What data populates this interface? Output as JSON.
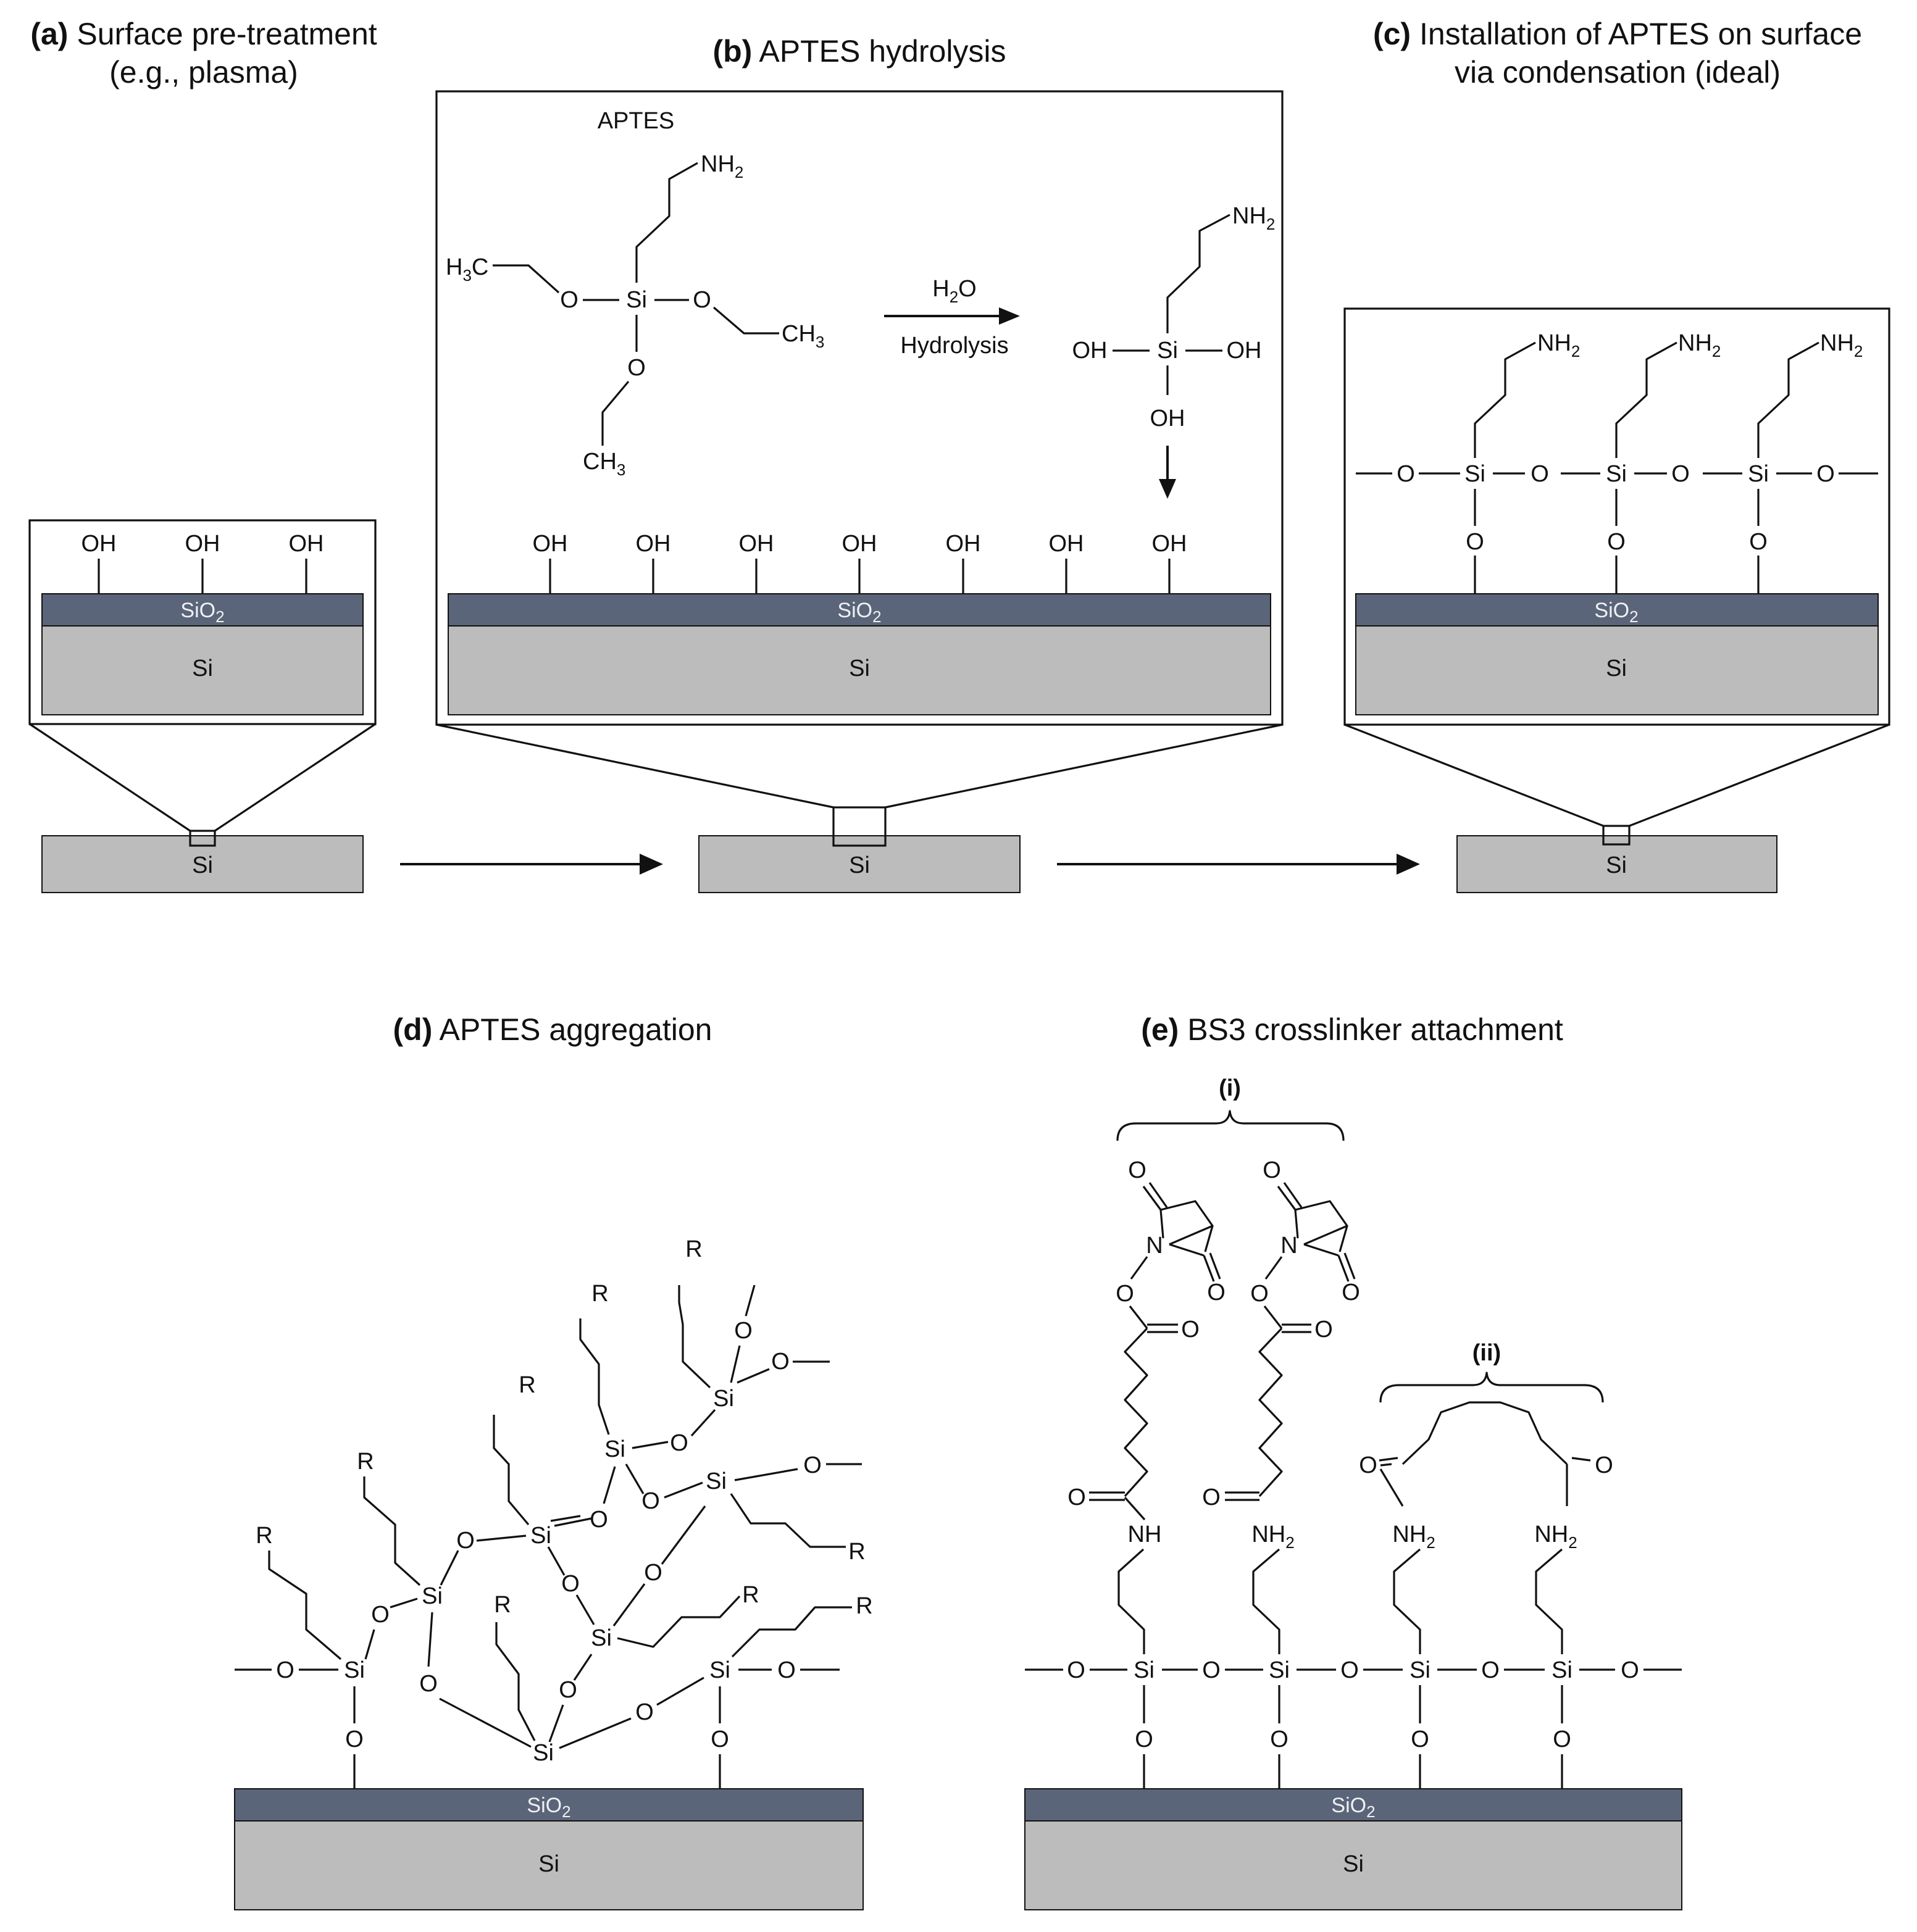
{
  "panels": {
    "a": {
      "letter": "(a)",
      "title_line1": "Surface pre-treatment",
      "title_line2": "(e.g., plasma)"
    },
    "b": {
      "letter": "(b)",
      "title": "APTES hydrolysis",
      "aptes_label": "APTES",
      "arrow_top": "H",
      "arrow_top_sub": "2",
      "arrow_top_tail": "O",
      "arrow_bottom": "Hydrolysis"
    },
    "c": {
      "letter": "(c)",
      "title_line1": "Installation of APTES on surface",
      "title_line2": "via condensation (ideal)"
    },
    "d": {
      "letter": "(d)",
      "title": "APTES aggregation"
    },
    "e": {
      "letter": "(e)",
      "title": "BS3 crosslinker attachment",
      "brace_i": "(i)",
      "brace_ii": "(ii)"
    }
  },
  "materials": {
    "oxide": "SiO",
    "oxide_sub": "2",
    "substrate": "Si"
  },
  "chem": {
    "oh": "OH",
    "o": "O",
    "si": "Si",
    "n": "N",
    "nh": "NH",
    "nh2": "NH",
    "h3c": "H",
    "h3c_tail": "C",
    "ch3": "CH",
    "sub3": "3",
    "sub2": "2",
    "r": "R"
  },
  "colors": {
    "oxide": "#5b6579",
    "substrate": "#bcbcbc",
    "line": "#111111",
    "background": "#ffffff"
  }
}
